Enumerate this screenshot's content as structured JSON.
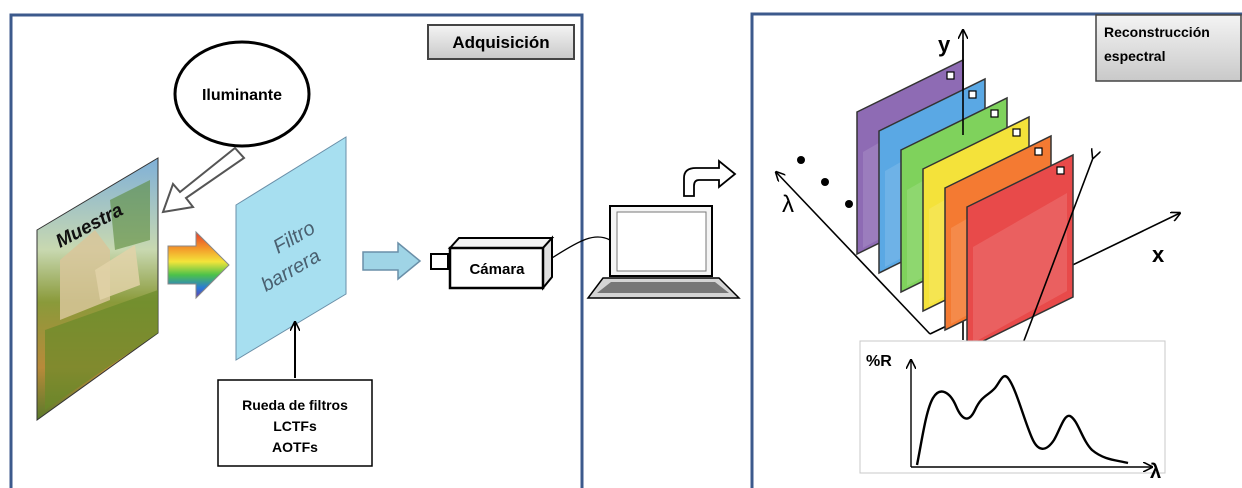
{
  "acquisition": {
    "title": "Adquisición",
    "illuminant": "Iluminante",
    "sample": "Muestra",
    "filter_line1": "Filtro",
    "filter_line2": "barrera",
    "camera": "Cámara",
    "filter_options": [
      "Rueda de filtros",
      "LCTFs",
      "AOTFs"
    ]
  },
  "reconstruction": {
    "title_line1": "Reconstrucción",
    "title_line2": "espectral",
    "axis_x": "x",
    "axis_y": "y",
    "axis_lambda": "λ",
    "band_colors": [
      "#8e6bb4",
      "#5aa8e4",
      "#7fd25c",
      "#f4e23a",
      "#f47a32",
      "#e84a4a"
    ]
  },
  "spectrum": {
    "ylabel": "%R",
    "xlabel": "λ"
  },
  "colors": {
    "panel_border": "#3c5a8c",
    "filter_fill": "#a7dff0",
    "arrow_fill": "#9fd4e6"
  }
}
